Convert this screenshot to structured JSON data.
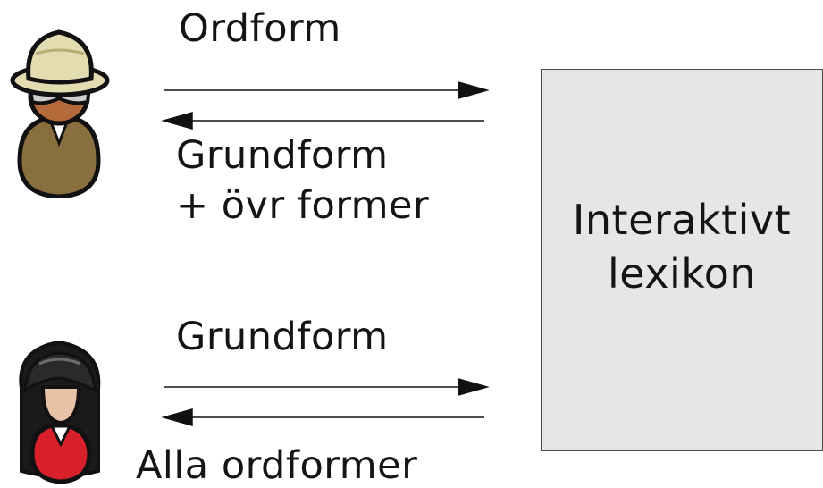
{
  "users": {
    "top_user_icon": "explorer-hat-person-icon",
    "bottom_user_icon": "long-hair-woman-icon"
  },
  "flows": {
    "top_request": "Ordform",
    "top_response_line1": "Grundform",
    "top_response_line2": "+ övr former",
    "bottom_request": "Grundform",
    "bottom_response": "Alla ordformer"
  },
  "lexicon": {
    "line1": "Interaktivt",
    "line2": "lexikon"
  },
  "colors": {
    "box_fill": "#e6e6e6",
    "box_border": "#4a4a4a",
    "hat": "#e3dcb0",
    "explorer_body": "#8a6f3e",
    "explorer_face": "#b56a3c",
    "woman_hair": "#1a1a1a",
    "woman_dress": "#d8202a",
    "woman_face": "#e9c1a6"
  }
}
